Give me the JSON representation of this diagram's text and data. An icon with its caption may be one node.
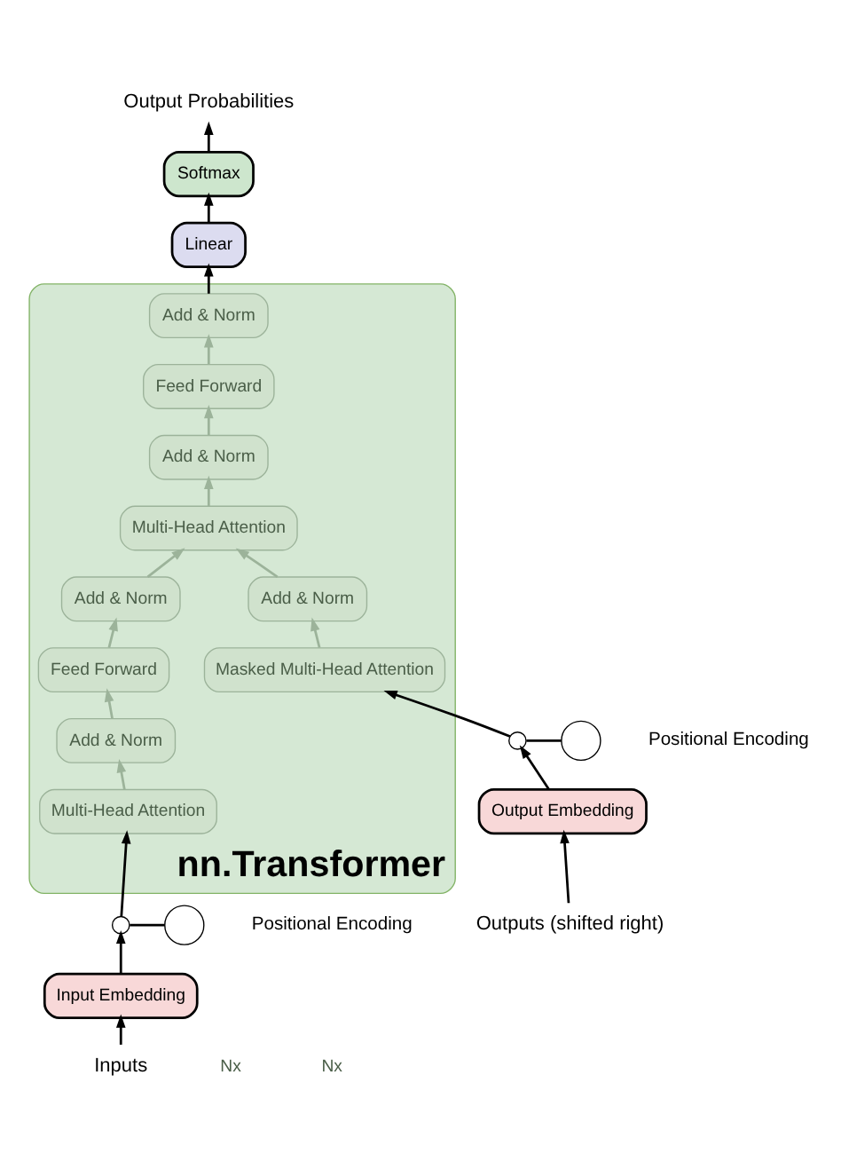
{
  "diagram": {
    "nodes": [
      {
        "text": [
          "Output Probabilities"
        ]
      },
      {
        "text": [
          "Softmax"
        ]
      },
      {
        "text": [
          "Linear"
        ]
      },
      {
        "text": [
          "nn.Transformer"
        ]
      },
      {
        "text": [
          "Add & Norm"
        ],
        "in": 3
      },
      {
        "text": [
          "Feed Forward"
        ],
        "in": 3
      },
      {
        "text": [
          "Add & Norm"
        ],
        "in": 3
      },
      {
        "text": [
          "Multi-Head Attention"
        ],
        "in": 3
      },
      {
        "text": [
          "Add & Norm"
        ],
        "in": 3
      },
      {
        "text": [
          "Feed Forward"
        ],
        "in": 3
      },
      {
        "text": [
          "Add & Norm"
        ],
        "in": 3
      },
      {
        "text": [
          "Multi-Head Attention"
        ],
        "in": 3
      },
      {
        "text": [
          "Add & Norm"
        ],
        "in": 3
      },
      {
        "text": [
          "Masked Multi-Head Attention"
        ],
        "in": 3
      },
      {
        "text": [],
        "shape": "circle",
        "beside": [
          "Positional Encoding"
        ]
      },
      {
        "text": [],
        "shape": "circle"
      },
      {
        "text": [
          "Input Embedding"
        ]
      },
      {
        "text": [
          "Inputs"
        ]
      },
      {
        "text": [],
        "shape": "circle",
        "beside": [
          "Positional Encoding"
        ]
      },
      {
        "text": [],
        "shape": "circle"
      },
      {
        "text": [
          "Output Embedding"
        ]
      },
      {
        "text": [
          "Outputs (shifted right)"
        ]
      }
    ],
    "edges": [
      {
        "from": 17,
        "to": 16,
        "arrow": "to"
      },
      {
        "from": 16,
        "to": 15,
        "arrow": "to"
      },
      {
        "from": 14,
        "to": 15,
        "arrow": "none"
      },
      {
        "from": 15,
        "to": 7,
        "arrow": "to"
      },
      {
        "from": 7,
        "to": 6,
        "arrow": "to",
        "color": "#9cb39a"
      },
      {
        "from": 6,
        "to": 5,
        "arrow": "to",
        "color": "#9cb39a"
      },
      {
        "from": 5,
        "to": 4,
        "arrow": "to",
        "color": "#9cb39a"
      },
      {
        "from": 4,
        "to": 11,
        "arrow": "to",
        "color": "#9cb39a"
      },
      {
        "from": 21,
        "to": 20,
        "arrow": "to"
      },
      {
        "from": 20,
        "to": 19,
        "arrow": "to"
      },
      {
        "from": 18,
        "to": 19,
        "arrow": "none"
      },
      {
        "from": 19,
        "to": 13,
        "arrow": "to"
      },
      {
        "from": 13,
        "to": 12,
        "arrow": "to",
        "color": "#9cb39a"
      },
      {
        "from": 12,
        "to": 11,
        "arrow": "to",
        "color": "#9cb39a"
      },
      {
        "from": 11,
        "to": 10,
        "arrow": "to",
        "color": "#9cb39a"
      },
      {
        "from": 10,
        "to": 9,
        "arrow": "to",
        "color": "#9cb39a"
      },
      {
        "from": 9,
        "to": 8,
        "arrow": "to",
        "color": "#9cb39a"
      },
      {
        "from": 8,
        "to": 2,
        "arrow": "to"
      },
      {
        "from": 2,
        "to": 1,
        "arrow": "to"
      },
      {
        "from": 1,
        "to": 0,
        "arrow": "to"
      }
    ],
    "labels": [
      "Nx",
      "Nx"
    ]
  }
}
